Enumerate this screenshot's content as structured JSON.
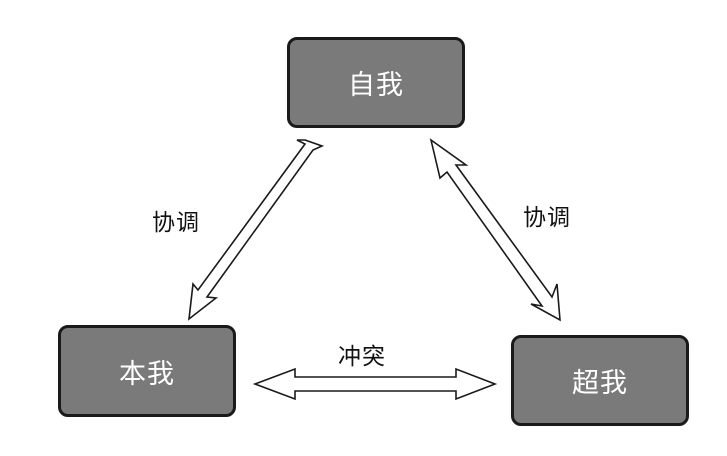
{
  "diagram": {
    "nodes": {
      "ego": "自我",
      "id": "本我",
      "superego": "超我"
    },
    "relations": {
      "ego_id": "协调",
      "ego_superego": "协调",
      "id_superego": "冲突"
    }
  }
}
